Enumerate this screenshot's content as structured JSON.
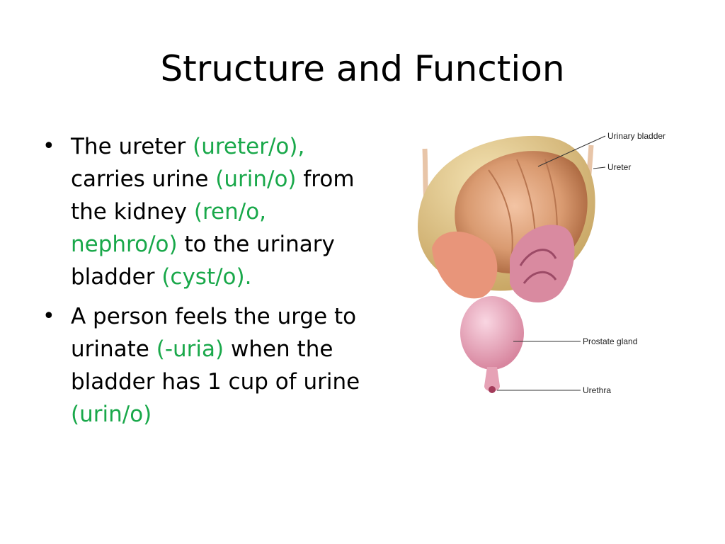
{
  "slide": {
    "title": "Structure and Function",
    "bullets": [
      {
        "parts": [
          {
            "text": "The ureter ",
            "term": false
          },
          {
            "text": "(ureter/o),",
            "term": true
          },
          {
            "text": " carries urine ",
            "term": false
          },
          {
            "text": "(urin/o)",
            "term": true
          },
          {
            "text": " from the kidney ",
            "term": false
          },
          {
            "text": "(ren/o, nephro/o)",
            "term": true
          },
          {
            "text": "  to the urinary  bladder ",
            "term": false
          },
          {
            "text": "(cyst/o).",
            "term": true
          }
        ]
      },
      {
        "parts": [
          {
            "text": "A person feels the urge to urinate ",
            "term": false
          },
          {
            "text": "(-uria)",
            "term": true
          },
          {
            "text": " when the bladder has 1 cup of urine ",
            "term": false
          },
          {
            "text": "(urin/o)",
            "term": true
          }
        ]
      }
    ],
    "bullet_symbol": "•"
  },
  "figure": {
    "labels": {
      "bladder": "Urinary bladder",
      "ureter": "Ureter",
      "prostate": "Prostate gland",
      "urethra": "Urethra"
    }
  },
  "colors": {
    "term": "#19a84a",
    "text": "#000000",
    "background": "#ffffff"
  }
}
